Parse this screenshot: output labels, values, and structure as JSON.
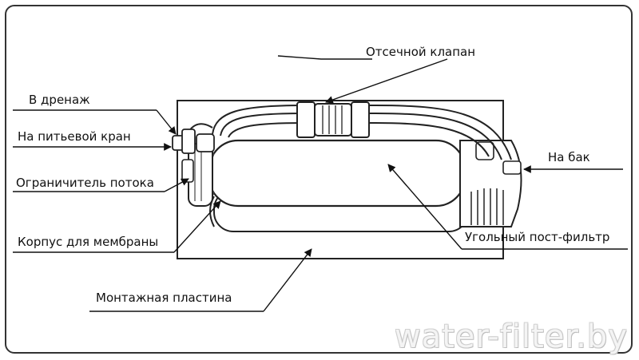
{
  "labels": {
    "shutoff_valve": "Отсечной клапан",
    "to_drain": "В дренаж",
    "to_faucet": "На питьевой кран",
    "flow_restrictor": "Ограничитель потока",
    "membrane_housing": "Корпус для мембраны",
    "mounting_plate": "Монтажная пластина",
    "to_tank": "На бак",
    "carbon_postfilter": "Угольный пост-фильтр"
  },
  "watermark": "water-filter.by"
}
